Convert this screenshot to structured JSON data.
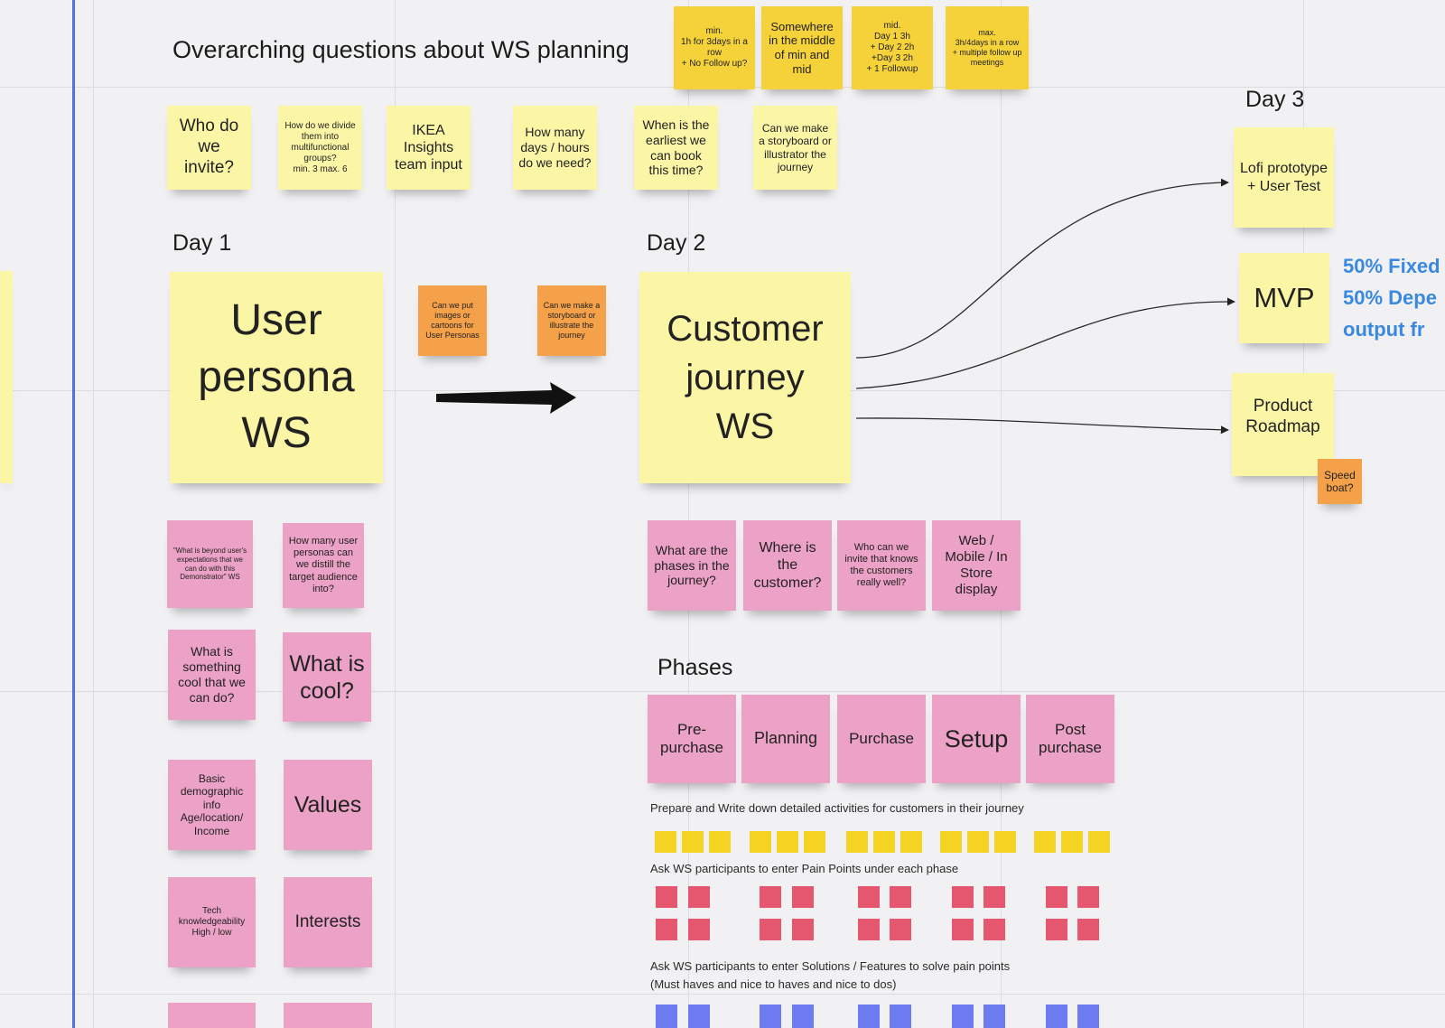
{
  "board": {
    "overarching_title": "Overarching questions about WS planning",
    "timing_notes": [
      "min.\n1h for 3days in a row\n+ No Follow up?",
      "Somewhere in the middle of min and mid",
      "mid.\nDay 1 3h\n+ Day 2 2h\n+Day 3 2h\n+ 1 Followup",
      "max.\n3h/4days in a row\n+ multiple follow up meetings"
    ],
    "question_notes": [
      "Who do we invite?",
      "How do we divide them into multifunctional groups?\nmin. 3 max. 6",
      "IKEA Insights team input",
      "How many days / hours do we need?",
      "When is the earliest we can book this time?",
      "Can we make a storyboard or illustrator the journey"
    ]
  },
  "day1": {
    "heading": "Day 1",
    "main_note": "User persona WS",
    "orange_notes": [
      "Can we put images or cartoons for User Personas",
      "Can we make a storyboard or illustrate the journey"
    ],
    "pink_notes": [
      "\"What is beyond user's expectations that we can do with this Demonstrator\" WS",
      "How many user personas can we distill the target audience into?",
      "What is something cool that we can do?",
      "What is cool?",
      "Basic demographic info Age/location/ Income",
      "Values",
      "Tech knowledgeability High / low",
      "Interests"
    ]
  },
  "day2": {
    "heading": "Day 2",
    "main_note": "Customer journey WS",
    "pink_notes": [
      "What are the phases in the journey?",
      "Where is the customer?",
      "Who can we invite that knows the customers really well?",
      "Web / Mobile / In Store display"
    ],
    "phases_heading": "Phases",
    "phases": [
      "Pre-purchase",
      "Planning",
      "Purchase",
      "Setup",
      "Post purchase"
    ],
    "instruction_activities": "Prepare and Write down detailed activities for customers in their journey",
    "instruction_pain_points": "Ask WS participants to enter Pain Points under each phase",
    "instruction_solutions_line1": "Ask WS participants to enter Solutions / Features to solve pain points",
    "instruction_solutions_line2": "(Must haves and nice to haves and nice to dos)"
  },
  "day3": {
    "heading": "Day 3",
    "notes": [
      "Lofi prototype + User Test",
      "MVP",
      "Product Roadmap"
    ],
    "speed_boat": "Speed boat?",
    "blue_text": [
      "50% Fixed",
      "50% Depe",
      "output fr"
    ]
  },
  "colors": {
    "canvas": "#f1f1f3",
    "frame_line": "#4f72e0",
    "sticky_yellow": "#fbf5a6",
    "sticky_dark_yellow": "#f6d23a",
    "sticky_orange": "#f4a14a",
    "sticky_pink": "#eca1c6",
    "square_yellow": "#f5d323",
    "square_red": "#e5566f",
    "square_blue": "#6e7cf2",
    "accent_blue_text": "#3a89e0"
  },
  "icons": [
    "arrow-right-icon",
    "curved-connector-icon"
  ]
}
